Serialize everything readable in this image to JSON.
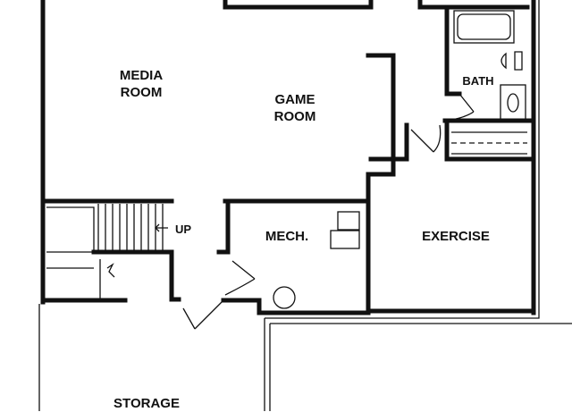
{
  "colors": {
    "wall": "#111111",
    "paper": "#ffffff"
  },
  "rooms": {
    "media_room": {
      "line1": "MEDIA",
      "line2": "ROOM"
    },
    "game_room": {
      "line1": "GAME",
      "line2": "ROOM"
    },
    "bath": "BATH",
    "up": "UP",
    "mech": "MECH.",
    "exercise": "EXERCISE",
    "storage": "STORAGE"
  }
}
